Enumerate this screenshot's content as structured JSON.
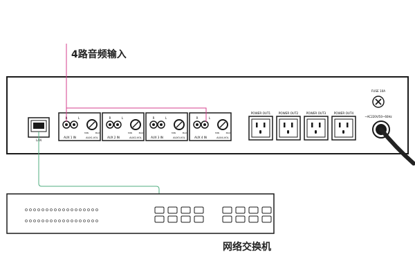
{
  "labels": {
    "audio_inputs": "4路音频输入",
    "network_switch": "网络交换机"
  },
  "device": {
    "lan_label": "LAN",
    "aux_channels": [
      {
        "in_label": "AUX 1 IN",
        "vol_label": "AUX1-VOL"
      },
      {
        "in_label": "AUX 2 IN",
        "vol_label": "AUX2-VOL"
      },
      {
        "in_label": "AUX 3 IN",
        "vol_label": "AUX3-VOL"
      },
      {
        "in_label": "AUX 4 IN",
        "vol_label": "AUX4-VOL"
      }
    ],
    "jack_r": "R",
    "jack_l": "L",
    "knob_min": "MIN",
    "knob_max": "MAX",
    "power_outlets": [
      "POWER OUT1",
      "POWER OUT2",
      "POWER OUT3",
      "POWER OUT4"
    ],
    "fuse_label": "FUSE 10A",
    "ac_label": "~AC220V/50~60Hz"
  },
  "colors": {
    "audio_cable": "#d63f8c",
    "lan_cable": "#4fae7f",
    "outline": "#1a1a1a",
    "power_cord": "#222222"
  }
}
